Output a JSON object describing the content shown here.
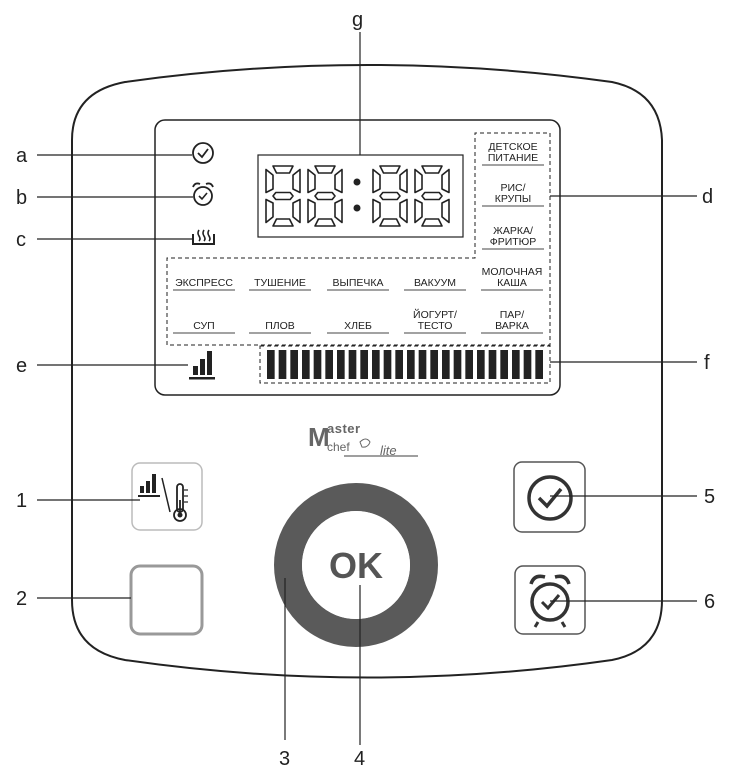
{
  "callouts": {
    "a": "a",
    "b": "b",
    "c": "c",
    "d": "d",
    "e": "e",
    "f": "f",
    "g": "g",
    "n1": "1",
    "n2": "2",
    "n3": "3",
    "n4": "4",
    "n5": "5",
    "n6": "6"
  },
  "display": {
    "digits": "88:88",
    "side_programs": [
      [
        "ДЕТСКОЕ",
        "ПИТАНИЕ"
      ],
      [
        "РИС/",
        "КРУПЫ"
      ],
      [
        "ЖАРКА/",
        "ФРИТЮР"
      ]
    ],
    "programs_row1": [
      [
        "ЭКСПРЕСС"
      ],
      [
        "ТУШЕНИЕ"
      ],
      [
        "ВЫПЕЧКА"
      ],
      [
        "ВАКУУМ"
      ],
      [
        "МОЛОЧНАЯ",
        "КАША"
      ]
    ],
    "programs_row2": [
      [
        "СУП"
      ],
      [
        "ПЛОВ"
      ],
      [
        "ХЛЕБ"
      ],
      [
        "ЙОГУРТ/",
        "ТЕСТО"
      ],
      [
        "ПАР/",
        "ВАРКА"
      ]
    ],
    "progress_segments": 24
  },
  "brand": {
    "line1": "Master",
    "line2": "chef",
    "line3": "lite"
  },
  "buttons": {
    "ok_label": "OK"
  },
  "icons": {
    "a": "clock-icon",
    "b": "alarm-clock-icon",
    "c": "keep-warm-icon",
    "e": "power-level-icon",
    "btn1": "power-temperature-icon",
    "btn5": "clock-icon",
    "btn6": "alarm-clock-icon"
  },
  "colors": {
    "outline": "#222222",
    "ring": "#5a5a5a",
    "button_border": "#999999"
  }
}
